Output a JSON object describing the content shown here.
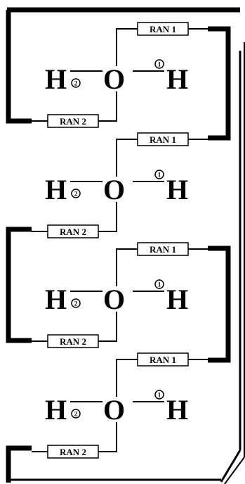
{
  "atoms": {
    "hydrogen": "H",
    "oxygen": "O"
  },
  "bond_numbers": {
    "first": "1",
    "second": "2"
  },
  "labels": {
    "ran1": "RAN 1",
    "ran2": "RAN 2"
  },
  "unit_count": 4,
  "colors": {
    "line": "#000000",
    "background": "#ffffff"
  }
}
